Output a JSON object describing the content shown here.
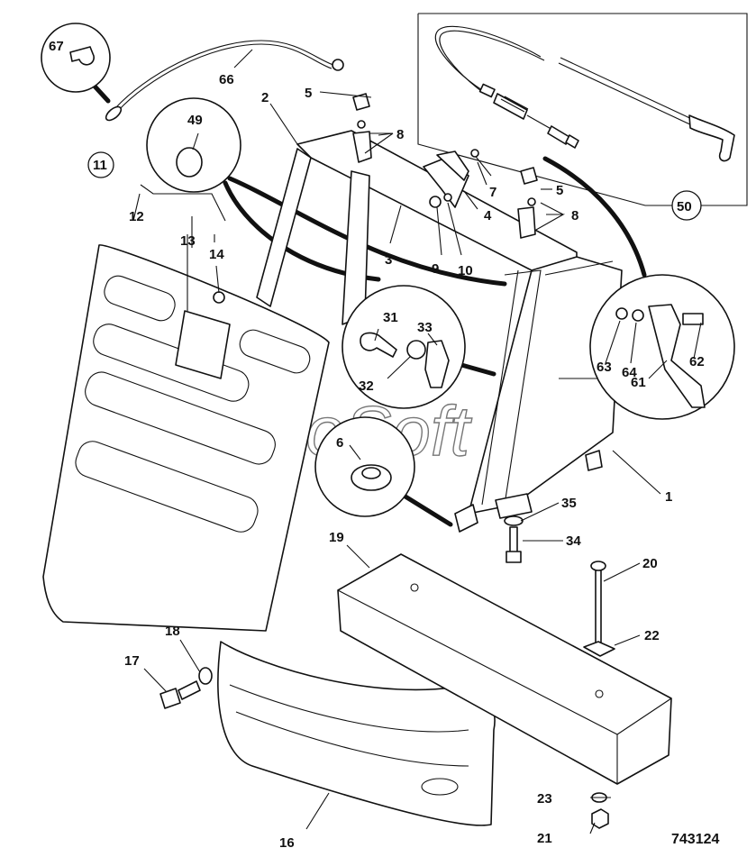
{
  "labels": {
    "p1": "1",
    "p2": "2",
    "p3": "3",
    "p4": "4",
    "p5a": "5",
    "p5b": "5",
    "p6": "6",
    "p7": "7",
    "p8a": "8",
    "p8b": "8",
    "p9": "9",
    "p10": "10",
    "p11": "11",
    "p12": "12",
    "p13": "13",
    "p14": "14",
    "p16": "16",
    "p17": "17",
    "p18": "18",
    "p19": "19",
    "p20": "20",
    "p21": "21",
    "p22": "22",
    "p23": "23",
    "p31": "31",
    "p32": "32",
    "p33": "33",
    "p34": "34",
    "p35": "35",
    "p49": "49",
    "p50": "50",
    "p61": "61",
    "p62": "62",
    "p63": "63",
    "p64": "64",
    "p66": "66",
    "p67": "67"
  },
  "drawing_number": "743124",
  "watermark": "AutoSoft"
}
